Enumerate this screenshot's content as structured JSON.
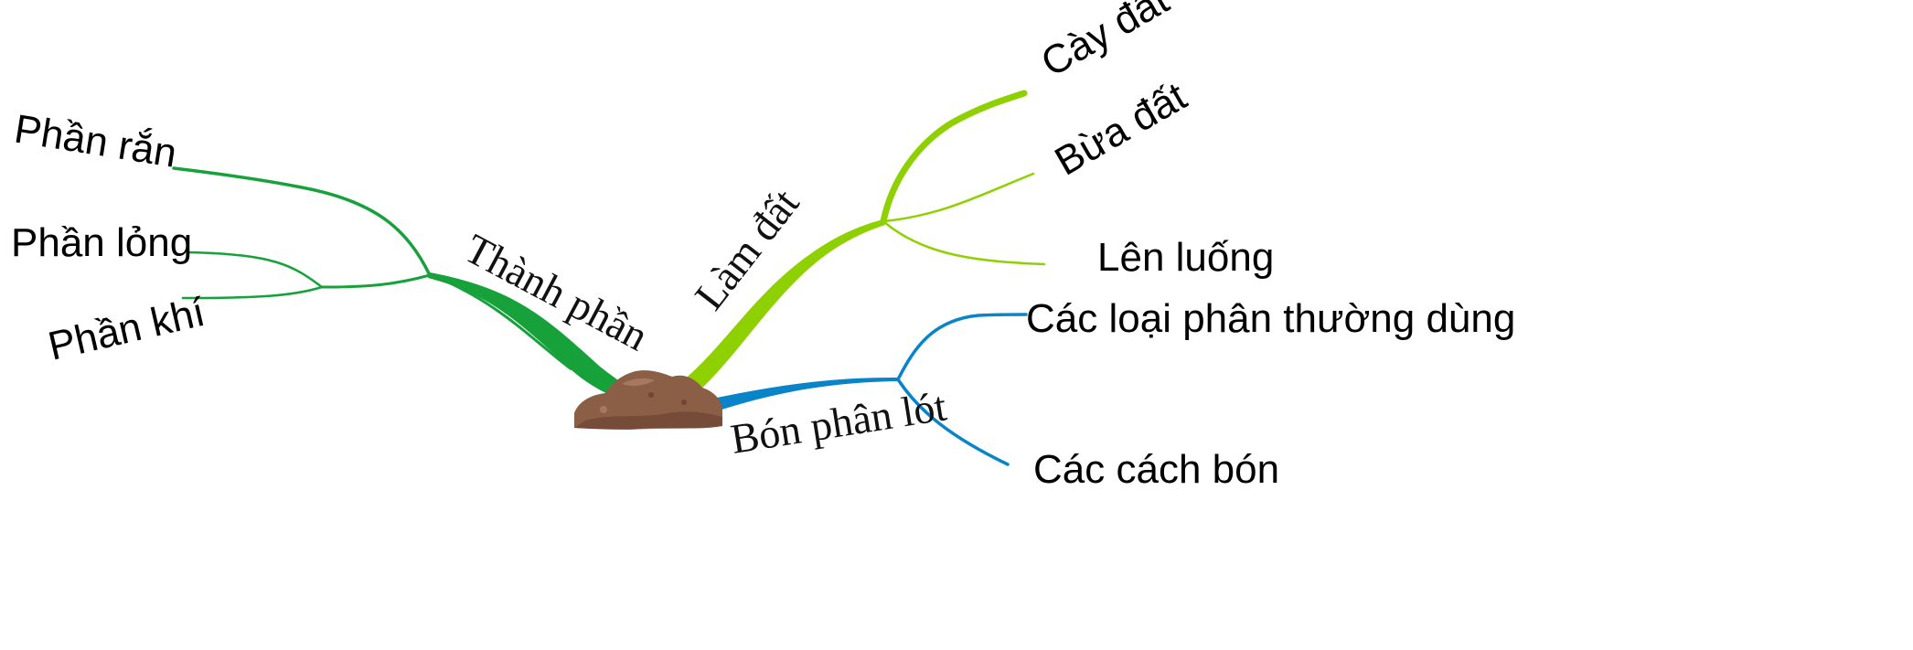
{
  "colors": {
    "composition_branch": "#17a13a",
    "soil_prep_branch": "#8fd000",
    "fertilizer_branch": "#0a84c8",
    "soil_mound": "#8b5e46",
    "soil_mound_shade": "#6f4634",
    "soil_mound_highlight": "#a87760"
  },
  "center": {
    "icon": "soil-mound-icon"
  },
  "branches": {
    "composition": {
      "label": "Thành phần",
      "leaves": [
        "Phần rắn",
        "Phần lỏng",
        "Phần khí"
      ]
    },
    "soil_preparation": {
      "label": "Làm đất",
      "leaves": [
        "Cày đất",
        "Bừa đất",
        "Lên luống"
      ]
    },
    "basal_fertilizing": {
      "label": "Bón phân lót",
      "leaves": [
        "Các loại phân thường dùng",
        "Các cách bón"
      ]
    }
  }
}
